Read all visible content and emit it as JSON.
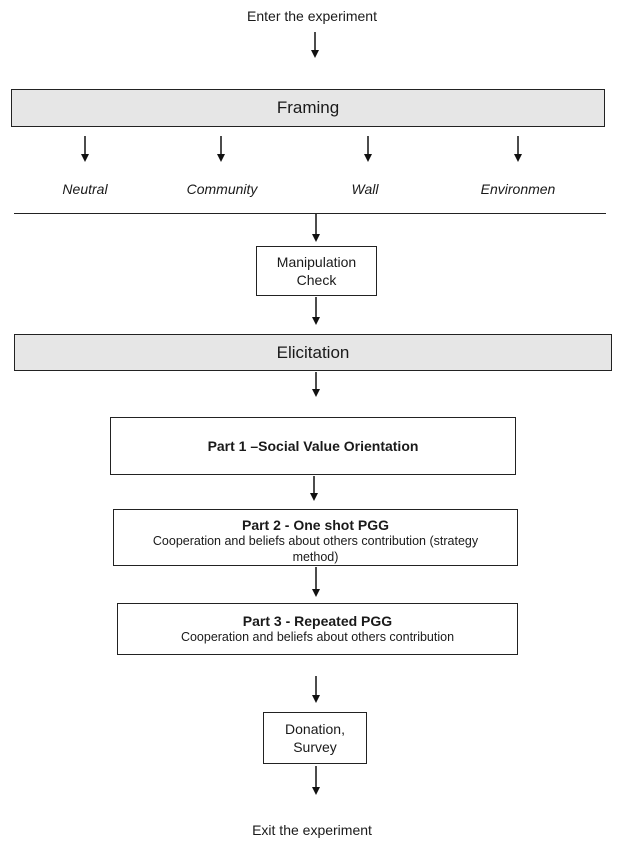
{
  "diagram": {
    "start": "Enter the experiment",
    "framing": {
      "label": "Framing",
      "options": [
        "Neutral",
        "Community",
        "Wall",
        "Environmen"
      ]
    },
    "manipulation_check": "Manipulation Check",
    "elicitation": "Elicitation",
    "part1": {
      "title": "Part 1 –Social Value Orientation"
    },
    "part2": {
      "title": "Part 2 - One shot PGG",
      "subtitle": "Cooperation and beliefs about others contribution (strategy method)"
    },
    "part3": {
      "title": "Part 3 - Repeated PGG",
      "subtitle": "Cooperation and beliefs about others contribution"
    },
    "donation": "Donation, Survey",
    "end": "Exit the experiment"
  }
}
